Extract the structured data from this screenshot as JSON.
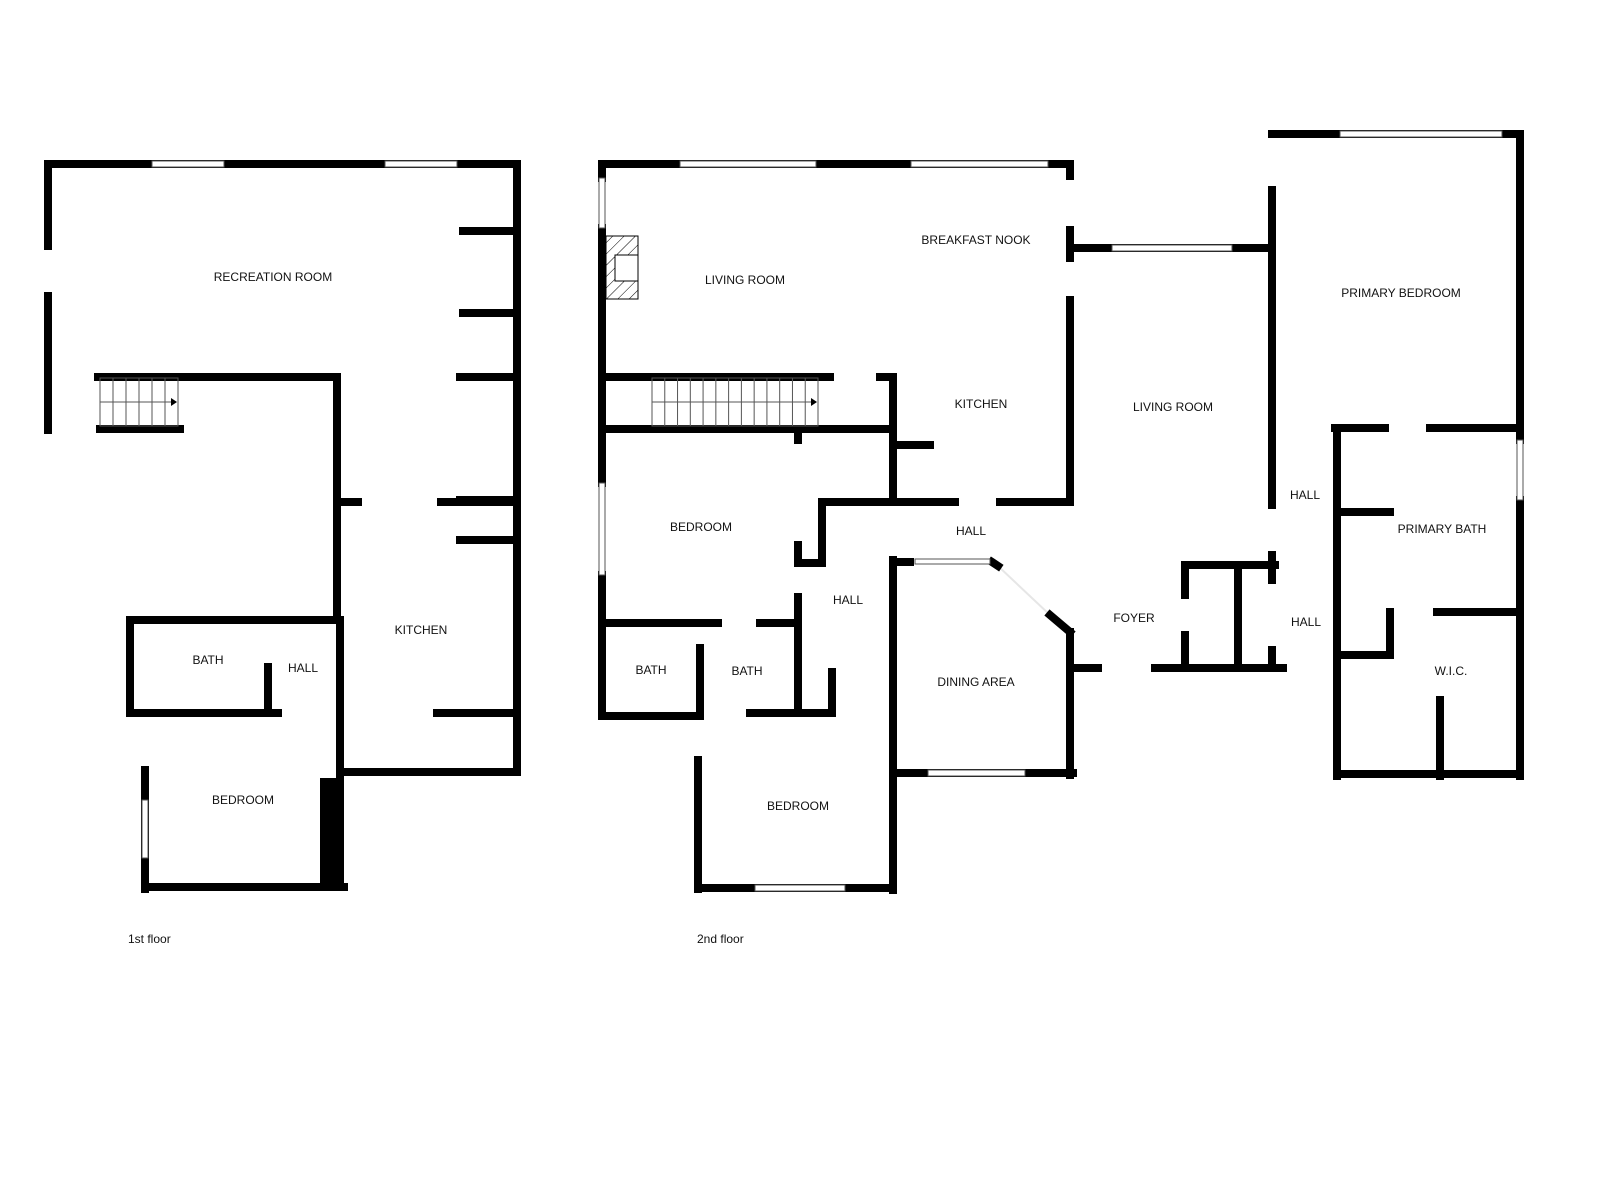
{
  "floors": [
    {
      "caption": "1st floor",
      "rooms": [
        "RECREATION ROOM",
        "KITCHEN",
        "BATH",
        "HALL",
        "BEDROOM"
      ]
    },
    {
      "caption": "2nd floor",
      "rooms": [
        "LIVING ROOM",
        "BREAKFAST NOOK",
        "KITCHEN",
        "LIVING ROOM",
        "PRIMARY BEDROOM",
        "BEDROOM",
        "HALL",
        "HALL",
        "PRIMARY BATH",
        "HALL",
        "FOYER",
        "HALL",
        "BATH",
        "BATH",
        "DINING AREA",
        "W.I.C.",
        "BEDROOM"
      ]
    }
  ],
  "colors": {
    "wall": "#000000",
    "background": "#ffffff"
  }
}
